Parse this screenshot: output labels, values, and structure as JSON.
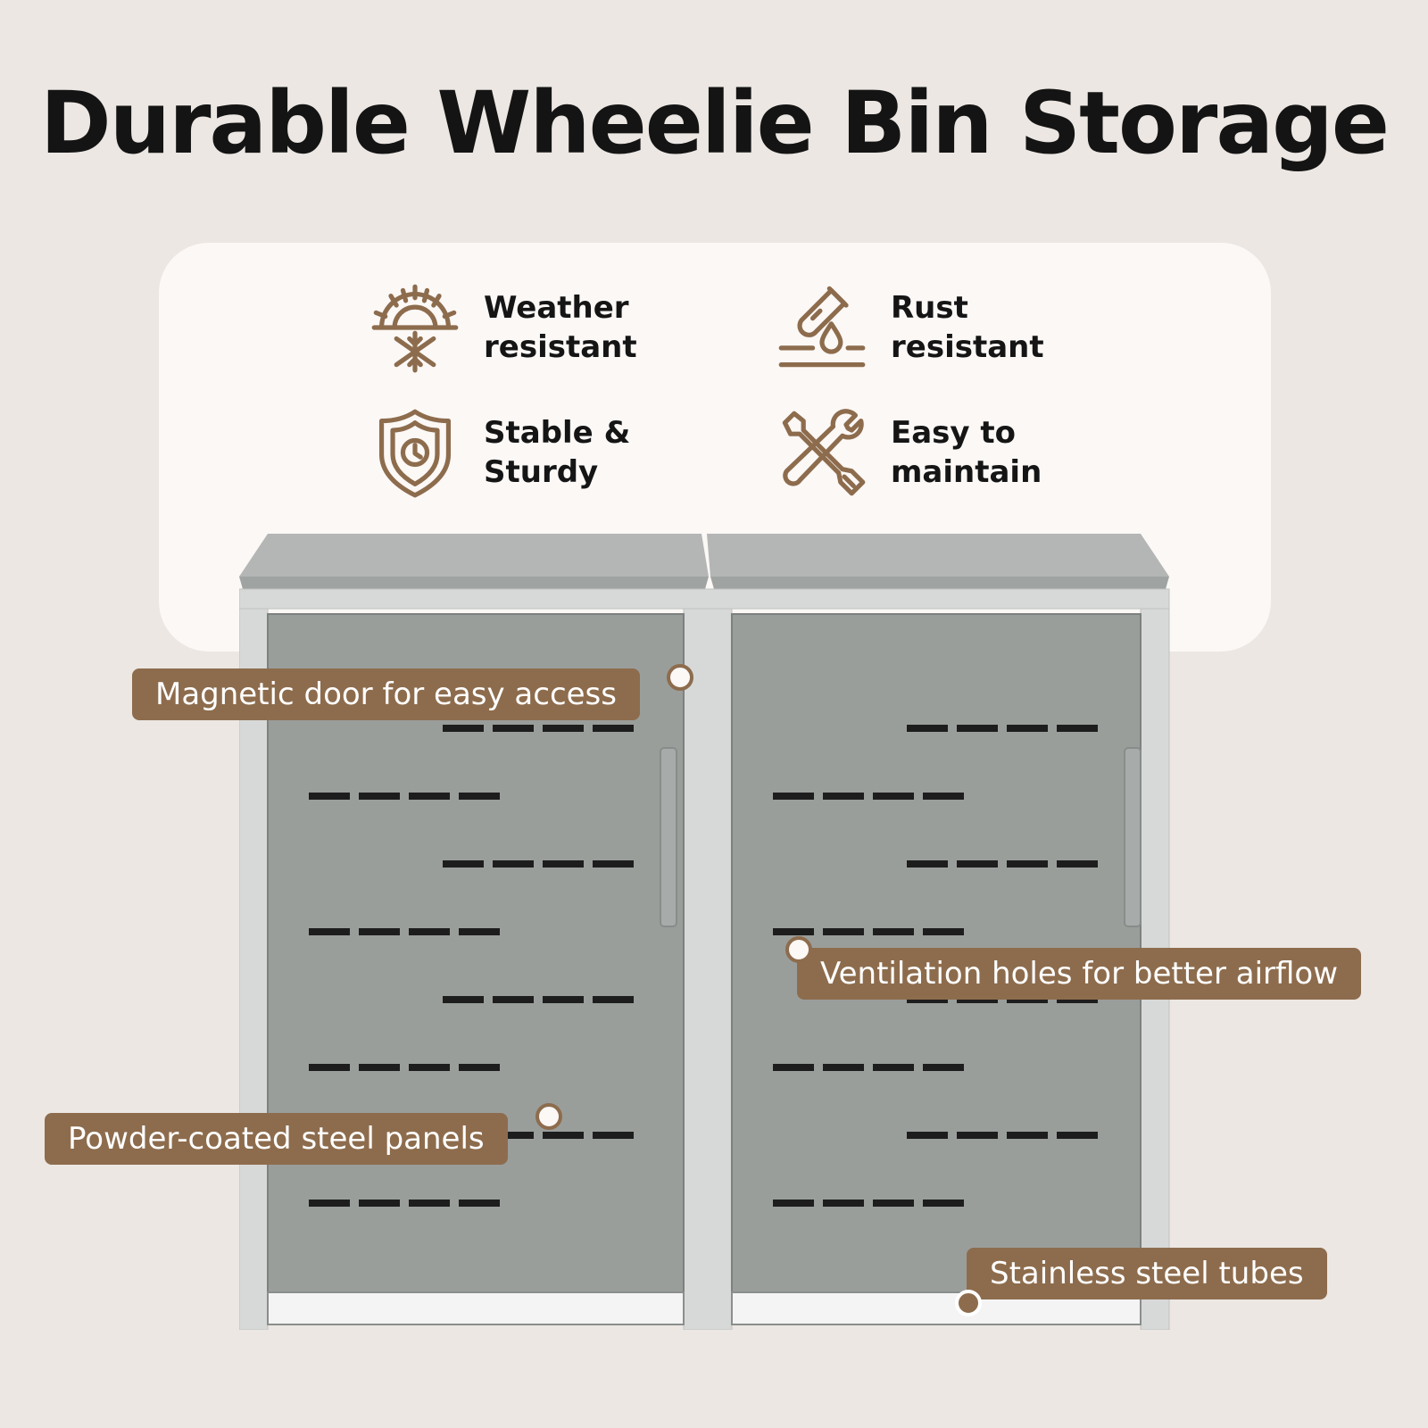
{
  "title": "Durable Wheelie Bin Storage",
  "colors": {
    "accent": "#8d6c4d",
    "background": "#ece7e3",
    "card": "#fbf8f6",
    "panel": "#9a9e9b"
  },
  "features": [
    {
      "label": "Weather\nresistant",
      "icon": "sun-snowflake-icon"
    },
    {
      "label": "Rust\nresistant",
      "icon": "test-tube-drop-icon"
    },
    {
      "label": "Stable &\nSturdy",
      "icon": "shield-clock-icon"
    },
    {
      "label": "Easy to\nmaintain",
      "icon": "wrench-screwdriver-icon"
    }
  ],
  "callouts": {
    "magnetic_door": "Magnetic door for easy access",
    "ventilation": "Ventilation holes for better airflow",
    "powder_coated": "Powder-coated steel panels",
    "stainless_tubes": "Stainless steel tubes"
  }
}
